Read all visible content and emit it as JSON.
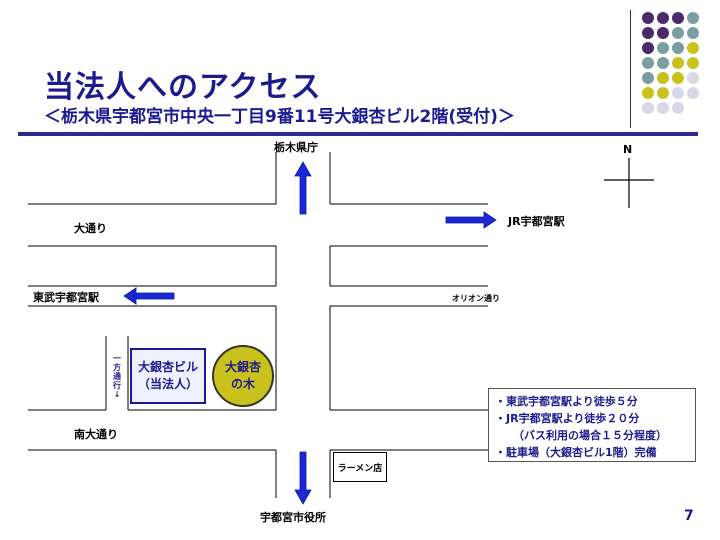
{
  "slide": {
    "title": "当法人へのアクセス",
    "subtitle": "＜栃木県宇都宮市中央一丁目9番11号大銀杏ビル2階(受付)＞",
    "page_number": "7"
  },
  "map": {
    "north_label": "N",
    "labels": {
      "tochigi_pref": "栃木県庁",
      "odori": "大通り",
      "jr_station": "JR宇都宮駅",
      "tobu_station": "東武宇都宮駅",
      "orion": "オリオン通り",
      "minami_odori": "南大通り",
      "city_hall": "宇都宮市役所",
      "ramen": "ラーメン店",
      "one_way": "一方通行↓"
    },
    "building": {
      "line1": "大銀杏ビル",
      "line2": "（当法人）"
    },
    "tree": {
      "line1": "大銀杏",
      "line2": "の木"
    }
  },
  "info_box": {
    "items": [
      "・東武宇都宮駅より徒歩５分",
      "・JR宇都宮駅より徒歩２０分",
      "（バス利用の場合１５分程度）",
      "・駐車場（大銀杏ビル1階）完備"
    ]
  },
  "colors": {
    "title": "#1b1b8f",
    "arrow": "#1a28d8",
    "tree": "#c9c21c",
    "dot_purple": "#4b2a6b",
    "dot_teal": "#7a9ea0",
    "dot_olive": "#c9c21c",
    "dot_light": "#d7d7e8"
  },
  "decor_dots": [
    [
      "dot_purple",
      "dot_purple",
      "dot_purple",
      "dot_teal"
    ],
    [
      "dot_purple",
      "dot_purple",
      "dot_teal",
      "dot_teal"
    ],
    [
      "dot_purple",
      "dot_teal",
      "dot_teal",
      "dot_olive"
    ],
    [
      "dot_teal",
      "dot_teal",
      "dot_olive",
      "dot_olive"
    ],
    [
      "dot_teal",
      "dot_olive",
      "dot_olive",
      "dot_light"
    ],
    [
      "dot_olive",
      "dot_olive",
      "dot_light",
      "dot_light"
    ],
    [
      "dot_light",
      "dot_light",
      "dot_light",
      ""
    ]
  ]
}
